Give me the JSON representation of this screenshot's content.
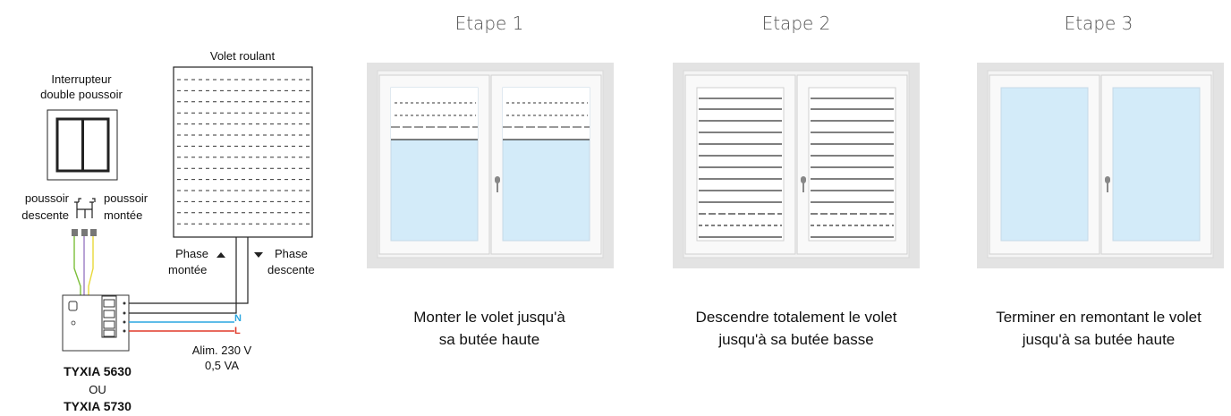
{
  "wiring": {
    "switch_label_line1": "Interrupteur",
    "switch_label_line2": "double poussoir",
    "push_down_line1": "poussoir",
    "push_down_line2": "descente",
    "push_up_line1": "poussoir",
    "push_up_line2": "montée",
    "shutter_label": "Volet roulant",
    "phase_up_line1": "Phase",
    "phase_up_line2": "montée",
    "phase_down_line1": "Phase",
    "phase_down_line2": "descente",
    "neutral": "N",
    "live": "L",
    "power_line1": "Alim. 230 V",
    "power_line2": "0,5 VA",
    "model_1": "TYXIA 5630",
    "model_or": "OU",
    "model_2": "TYXIA 5730"
  },
  "steps": [
    {
      "title": "Etape 1",
      "caption_line1": "Monter le volet jusqu'à",
      "caption_line2": "sa butée haute"
    },
    {
      "title": "Etape 2",
      "caption_line1": "Descendre totalement le volet",
      "caption_line2": "jusqu'à sa butée basse"
    },
    {
      "title": "Etape 3",
      "caption_line1": "Terminer en remontant le volet",
      "caption_line2": "jusqu'à sa butée haute"
    }
  ],
  "colors": {
    "wire_green": "#7cbf3a",
    "wire_purple": "#9b7bc4",
    "wire_yellow": "#e8d83a",
    "wire_neutral": "#2aa6e0",
    "wire_live": "#e03a2a",
    "glass": "#d3ebf9",
    "frame": "#e3e3e3"
  }
}
